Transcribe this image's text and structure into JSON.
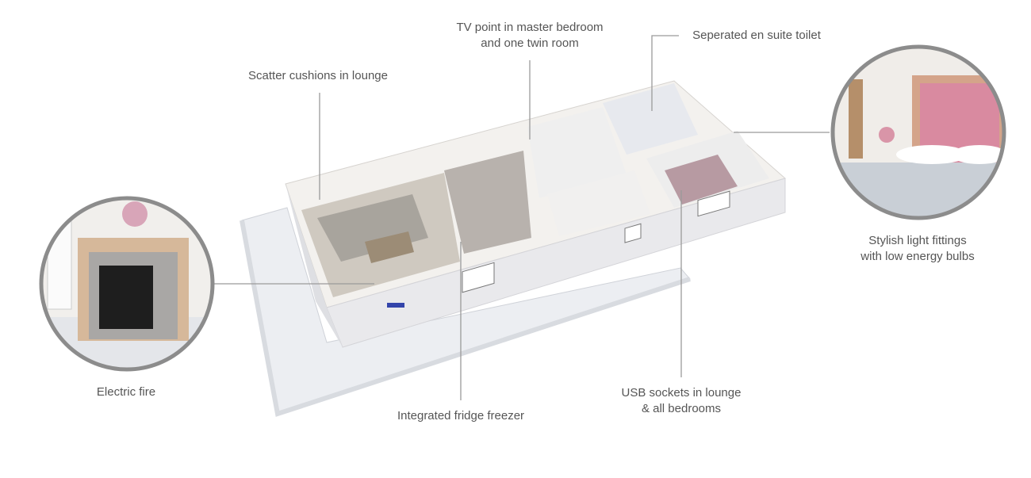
{
  "labels": {
    "scatter_cushions": "Scatter cushions in lounge",
    "tv_point": [
      "TV point in master bedroom",
      "and one twin room"
    ],
    "en_suite": "Seperated en suite toilet",
    "light_fittings": [
      "Stylish light fittings",
      "with low energy bulbs"
    ],
    "electric_fire": "Electric fire",
    "fridge_freezer": "Integrated fridge freezer",
    "usb_sockets": [
      "USB sockets in lounge",
      "& all bedrooms"
    ]
  },
  "colors": {
    "text": "#555555",
    "line": "#9a9a9a",
    "circle_border": "#8c8c8c"
  }
}
